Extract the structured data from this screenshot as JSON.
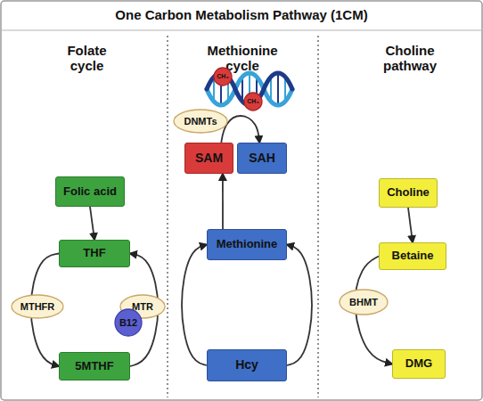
{
  "diagram": {
    "title": "One Carbon Metabolism Pathway (1CM)",
    "nodes": [
      {
        "text": [
          "Folic acid"
        ]
      },
      {
        "text": [
          "THF"
        ]
      },
      {
        "text": [
          "MTHFR"
        ]
      },
      {
        "text": [
          "MTR"
        ]
      },
      {
        "text": [
          "B12"
        ]
      },
      {
        "text": [
          "5MTHF"
        ]
      },
      {
        "text": [
          "CH₃"
        ]
      },
      {
        "text": [
          "CH₃"
        ]
      },
      {
        "text": [
          "DNMTs"
        ]
      },
      {
        "text": [
          "SAM"
        ]
      },
      {
        "text": [
          "SAH"
        ]
      },
      {
        "text": [
          "Methionine"
        ]
      },
      {
        "text": [
          "Hcy"
        ]
      },
      {
        "text": [
          "Choline"
        ]
      },
      {
        "text": [
          "Betaine"
        ]
      },
      {
        "text": [
          "BHMT"
        ]
      },
      {
        "text": [
          "DMG"
        ]
      }
    ],
    "edges": [
      {
        "from": 0,
        "to": 1,
        "arrow": "to"
      },
      {
        "from": 1,
        "to": 5,
        "arrow": "to"
      },
      {
        "from": 5,
        "to": 1,
        "arrow": "to"
      },
      {
        "from": 12,
        "to": 11,
        "arrow": "to"
      },
      {
        "from": 12,
        "to": 11,
        "arrow": "to"
      },
      {
        "from": 11,
        "to": 9,
        "arrow": "to"
      },
      {
        "from": 9,
        "to": 10,
        "arrow": "to"
      },
      {
        "from": 13,
        "to": 14,
        "arrow": "to"
      },
      {
        "from": 14,
        "to": 16,
        "arrow": "to"
      }
    ],
    "labels": [
      "Folate cycle",
      "Methionine cycle",
      "Choline pathway"
    ]
  }
}
